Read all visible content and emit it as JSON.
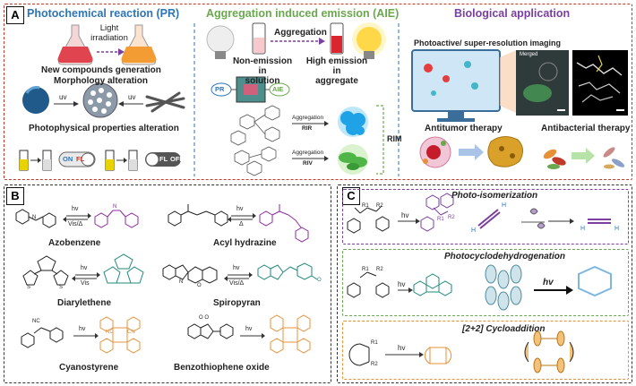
{
  "panel_a": {
    "letter": "A",
    "sections": [
      {
        "title": "Photochemical reaction (PR)",
        "color": "#2e75b6"
      },
      {
        "title": "Aggregation induced emission (AIE)",
        "color": "#6aa84f"
      },
      {
        "title": "Biological application",
        "color": "#7b3fa0"
      }
    ],
    "pr": {
      "light_irradiation": "Light\nirradiation",
      "new_compounds": "New compounds generation",
      "morphology": "Morphology alteration",
      "uv_left": "uv",
      "uv_right": "uv",
      "photophysical": "Photophysical properties alteration",
      "on_fl": [
        "ON",
        "FL"
      ],
      "fl_off": [
        "FL",
        "OFF"
      ]
    },
    "aie": {
      "aggregation": "Aggregation",
      "non_emission": "Non-emission in\nsolution",
      "high_emission": "High emission in\naggregate",
      "pr_tag": "PR",
      "aie_tag": "AIE",
      "rir_arrow": "Aggregation",
      "rir": "RIR",
      "riv_arrow": "Aggregation",
      "riv": "RIV",
      "rim": "RIM"
    },
    "bio": {
      "imaging": "Photoactive/ super-resolution imaging",
      "merged": "Merged",
      "antitumor": "Antitumor therapy",
      "antibacterial": "Antibacterial therapy"
    }
  },
  "panel_b": {
    "letter": "B",
    "compounds": [
      {
        "name": "Azobenzene",
        "arrow_top": "hv",
        "arrow_bottom": "Vis/Δ"
      },
      {
        "name": "Acyl hydrazine",
        "arrow_top": "hv",
        "arrow_bottom": "Δ"
      },
      {
        "name": "Diarylethene",
        "arrow_top": "hv",
        "arrow_bottom": "Vis"
      },
      {
        "name": "Spiropyran",
        "arrow_top": "hv",
        "arrow_bottom": "Vis/Δ"
      },
      {
        "name": "Cyanostyrene",
        "arrow_top": "hv",
        "arrow_bottom": ""
      },
      {
        "name": "Benzothiophene oxide",
        "arrow_top": "hv",
        "arrow_bottom": ""
      }
    ],
    "atoms": {
      "n": "N",
      "s": "S",
      "o": "O",
      "cn": "CN",
      "nc": "NC",
      "so2": "O  O"
    }
  },
  "panel_c": {
    "letter": "C",
    "reactions": [
      {
        "title": "Photo-isomerization",
        "arrow": "hv",
        "color": "#7b3fa0"
      },
      {
        "title": "Photocyclodehydrogenation",
        "arrow": "hv",
        "color": "#6aa84f"
      },
      {
        "title": "[2+2] Cycloaddition",
        "arrow": "hv",
        "color": "#e69138"
      }
    ],
    "substituents": {
      "r1": "R1",
      "r2": "R2",
      "h": "H"
    },
    "hv_bold": "hv"
  }
}
